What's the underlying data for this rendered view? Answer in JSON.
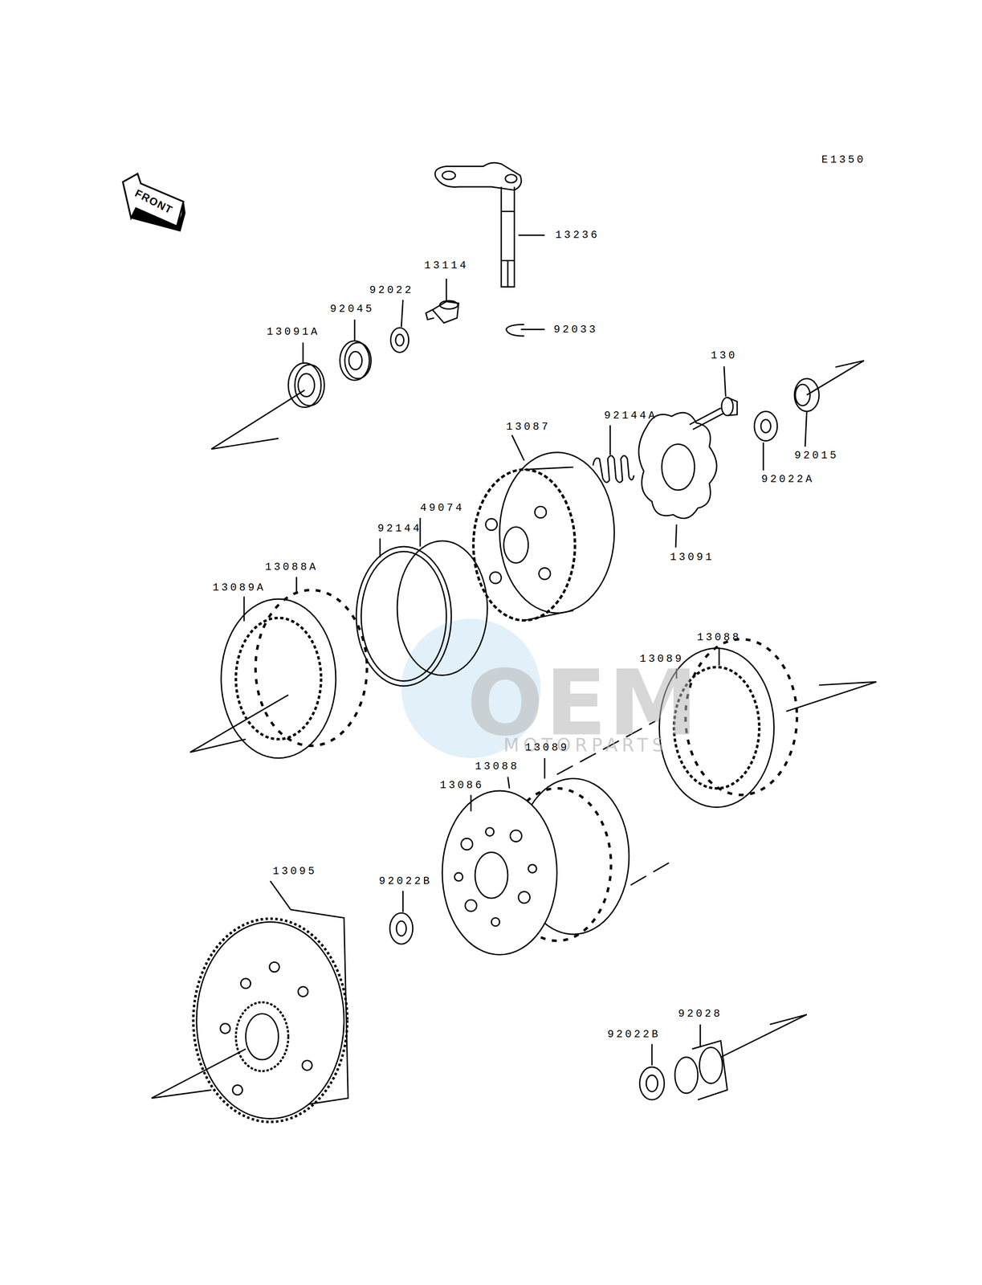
{
  "diagram": {
    "labels": [
      "E1350",
      "FRONT",
      "13236",
      "13114",
      "92022",
      "92045",
      "13091A",
      "92033",
      "130",
      "13087",
      "92144A",
      "92022A",
      "92015",
      "13091",
      "49074",
      "92144",
      "13088A",
      "13089A",
      "13088",
      "13089",
      "13089",
      "13088",
      "13086",
      "13095",
      "92022B",
      "92028",
      "92022B",
      "OEM",
      "MOTORPARTS"
    ]
  }
}
